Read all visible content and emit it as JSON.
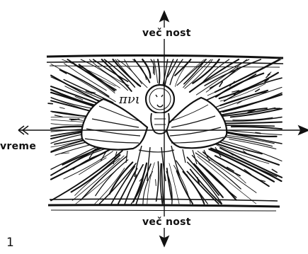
{
  "figure": {
    "number": "1",
    "axes": {
      "vertical_top_label": "več nost",
      "vertical_bottom_label": "več nost",
      "horizontal_label": "vreme"
    },
    "inscription": "πνι"
  },
  "colors": {
    "ink": "#111111",
    "paper": "#ffffff"
  }
}
